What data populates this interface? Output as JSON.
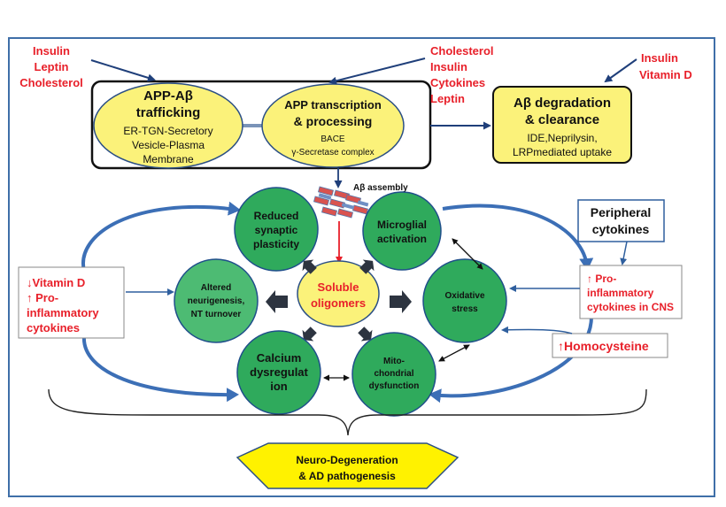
{
  "colors": {
    "frame": "#3f6fa8",
    "ellipse_fill": "#fbf27a",
    "circle_fill": "#2faa5c",
    "circle_light": "#7fd39b",
    "red_text": "#e8202a",
    "blue_arrow": "#2f5f9e",
    "dark_arrow": "#2d3440",
    "pentagon_fill": "#fff200"
  },
  "inputs": {
    "top_left": [
      "Insulin",
      "Leptin",
      "Cholesterol"
    ],
    "top_middle": [
      "Cholesterol",
      "Insulin",
      "Cytokines",
      "Leptin"
    ],
    "top_right": [
      "Insulin",
      "Vitamin D"
    ]
  },
  "app_trafficking": {
    "title_line1": "APP-Aβ",
    "title_line2": "trafficking",
    "detail": [
      "ER-TGN-Secretory",
      "Vesicle-Plasma",
      "Membrane"
    ]
  },
  "app_transcription": {
    "title_line1": "APP transcription",
    "title_line2": "& processing",
    "detail": [
      "BACE",
      "γ-Secretase complex"
    ]
  },
  "degradation": {
    "title_line1": "Aβ degradation",
    "title_line2": "& clearance",
    "detail": [
      "IDE,Neprilysin,",
      "LRPmediated uptake"
    ]
  },
  "ab_assembly_label": "Aβ assembly",
  "soluble": [
    "Soluble",
    "oligomers"
  ],
  "circles": {
    "reduced": [
      "Reduced",
      "synaptic",
      "plasticity"
    ],
    "microglial": [
      "Microglial",
      "activation"
    ],
    "neurogenesis": [
      "Altered",
      "neurigenesis,",
      "NT turnover"
    ],
    "oxidative": [
      "Oxidative",
      "stress"
    ],
    "calcium": [
      "Calcium",
      "dysregulat",
      "ion"
    ],
    "mito": [
      "Mito-",
      "chondrial",
      "dysfunction"
    ]
  },
  "left_box": {
    "line1_arrow": "↓",
    "line1": "Vitamin D",
    "line2_arrow": "↑",
    "line2": " Pro-",
    "line3": "inflammatory",
    "line4": "cytokines"
  },
  "peripheral_box": [
    "Peripheral",
    "cytokines"
  ],
  "cns_box": {
    "arrow": "↑",
    "line1": "  Pro-",
    "line2": "inflammatory",
    "line3": "cytokines in CNS"
  },
  "homocysteine": {
    "arrow": "↑",
    "label": "Homocysteine"
  },
  "outcome": [
    "Neuro-Degeneration",
    "& AD pathogenesis"
  ]
}
